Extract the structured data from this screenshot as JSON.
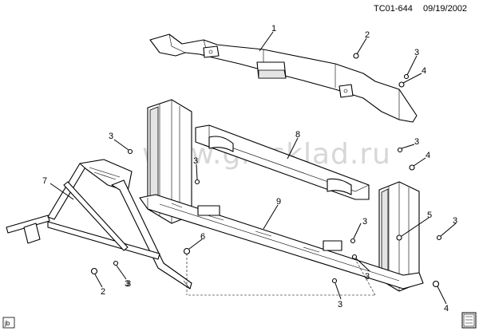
{
  "header": {
    "doc_id": "TC01-644",
    "date": "09/19/2002"
  },
  "watermark": "www.gmsklad.ru",
  "corner_left_badge": "jb",
  "callouts": [
    {
      "id": "c1",
      "text": "1"
    },
    {
      "id": "c2a",
      "text": "2"
    },
    {
      "id": "c3a",
      "text": "3"
    },
    {
      "id": "c4a",
      "text": "4"
    },
    {
      "id": "c3b",
      "text": "3"
    },
    {
      "id": "c8",
      "text": "8"
    },
    {
      "id": "c3c",
      "text": "3"
    },
    {
      "id": "c3d",
      "text": "3"
    },
    {
      "id": "c4b",
      "text": "4"
    },
    {
      "id": "c7",
      "text": "7"
    },
    {
      "id": "c3e",
      "text": "3"
    },
    {
      "id": "c9",
      "text": "9"
    },
    {
      "id": "c5",
      "text": "5"
    },
    {
      "id": "c3f",
      "text": "3"
    },
    {
      "id": "c3g",
      "text": "3"
    },
    {
      "id": "c6",
      "text": "6"
    },
    {
      "id": "c3h",
      "text": "3"
    },
    {
      "id": "c2b",
      "text": "2"
    },
    {
      "id": "c3i",
      "text": "3"
    },
    {
      "id": "c3j",
      "text": "3"
    },
    {
      "id": "c4c",
      "text": "4"
    }
  ]
}
